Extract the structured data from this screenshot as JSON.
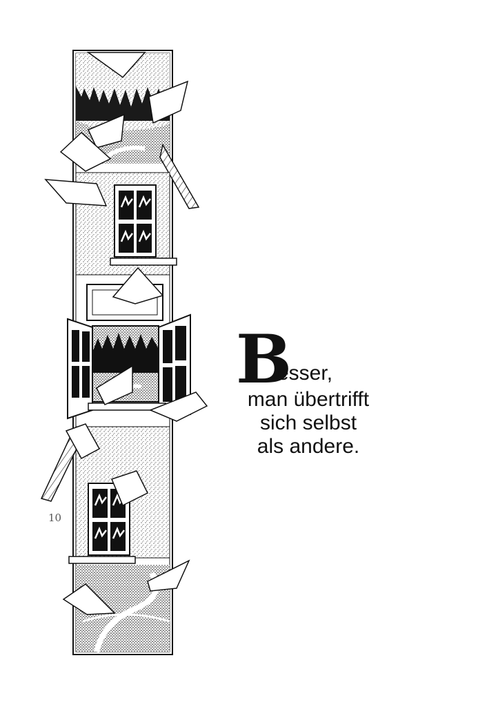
{
  "quote": {
    "drop_cap": "B",
    "first_line_rest": "esser,",
    "lines": [
      "man übertrifft",
      "sich selbst",
      "als andere."
    ]
  },
  "page_number": "10",
  "colors": {
    "ink": "#111111",
    "paper": "#ffffff"
  }
}
